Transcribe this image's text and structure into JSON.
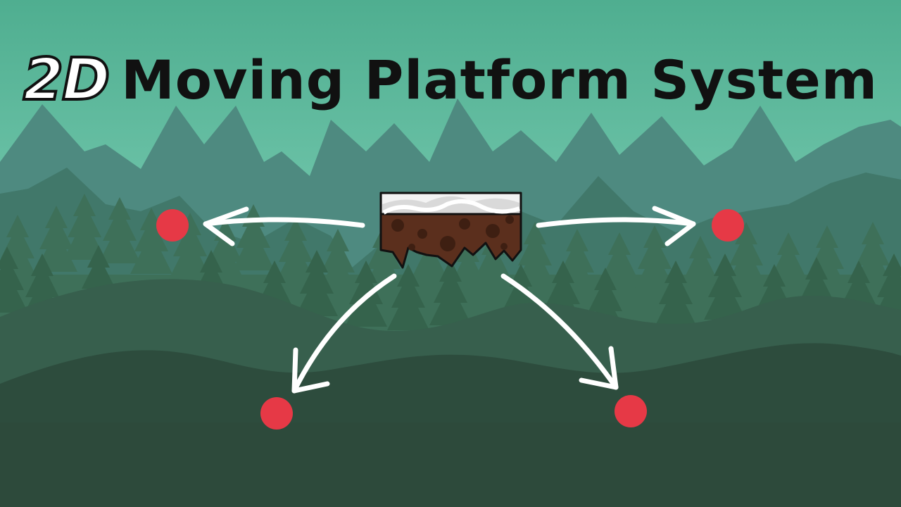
{
  "title": {
    "prefix": "2D",
    "main": "Moving Platform System"
  },
  "colors": {
    "sky_top": "#4fae90",
    "sky_bottom": "#8fd6bd",
    "mountains_far": "#4e8a80",
    "mountains_near": "#3f7360",
    "trees_back": "#3b6e55",
    "trees_front": "#325f49",
    "hills_mid": "#365f4c",
    "hills_front": "#2b4a3b",
    "waypoint": "#e63946",
    "arrow": "#ffffff",
    "platform_snow": "#ececec",
    "platform_dirt": "#5a2e1c",
    "outline": "#111111"
  },
  "scene": {
    "platform": {
      "name": "moving-platform",
      "icon": "dirt-snow-platform"
    },
    "waypoints": [
      {
        "name": "waypoint-left"
      },
      {
        "name": "waypoint-right"
      },
      {
        "name": "waypoint-bottom-left"
      },
      {
        "name": "waypoint-bottom-right"
      }
    ],
    "arrows": [
      {
        "name": "arrow-to-left"
      },
      {
        "name": "arrow-to-right"
      },
      {
        "name": "arrow-to-bottom-left"
      },
      {
        "name": "arrow-to-bottom-right"
      }
    ]
  }
}
